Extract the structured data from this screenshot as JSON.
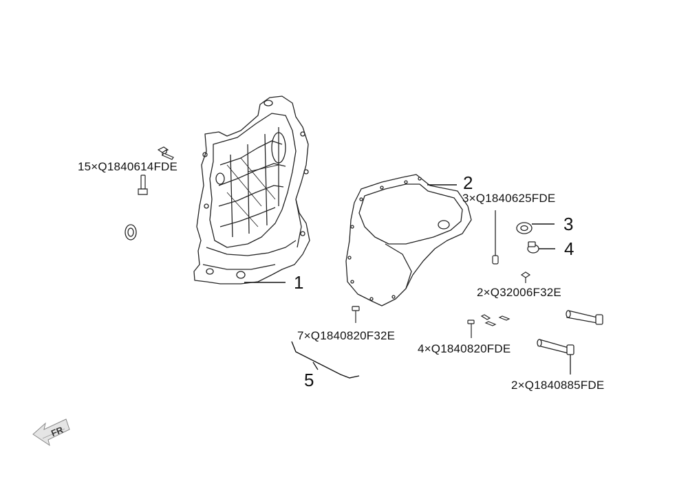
{
  "callouts": [
    {
      "id": "1",
      "text": "1"
    },
    {
      "id": "2",
      "text": "2"
    },
    {
      "id": "3",
      "text": "3"
    },
    {
      "id": "4",
      "text": "4"
    },
    {
      "id": "5",
      "text": "5"
    }
  ],
  "part_labels": {
    "bolt_15": "15×Q1840614FDE",
    "bolt_3": "3×Q1840625FDE",
    "bolt_2a": "2×Q32006F32E",
    "bolt_7": "7×Q1840820F32E",
    "bolt_4": "4×Q1840820FDE",
    "bolt_2b": "2×Q1840885FDE"
  },
  "direction_marker": "FR"
}
